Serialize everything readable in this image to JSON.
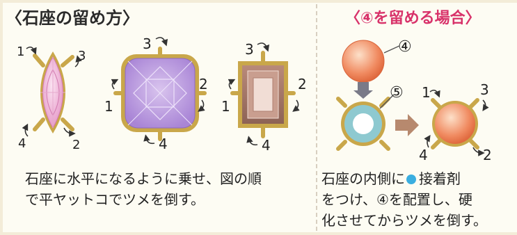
{
  "left_panel": {
    "title": "〈石座の留め方〉",
    "instruction_lines": [
      "石座に水平になるように乗せ、図の順",
      "で平ヤットコでツメを倒す。"
    ],
    "numbers": [
      "1",
      "2",
      "3",
      "4"
    ]
  },
  "right_panel": {
    "title": "〈④を留める場合〉",
    "stone_label": "④",
    "adhesive_label": "⑤",
    "instruction_line1_pre": "石座の内側に",
    "instruction_line1_post": "接着剤",
    "instruction_line2": "をつけ、④を配置し、硬",
    "instruction_line3": "化させてからツメを倒す。"
  },
  "colors": {
    "title_accent": "#d8326a",
    "prong_gold": "#c9a74a",
    "adhesive_blue": "#3aaee0",
    "stone_orange": "#ee7f57"
  }
}
